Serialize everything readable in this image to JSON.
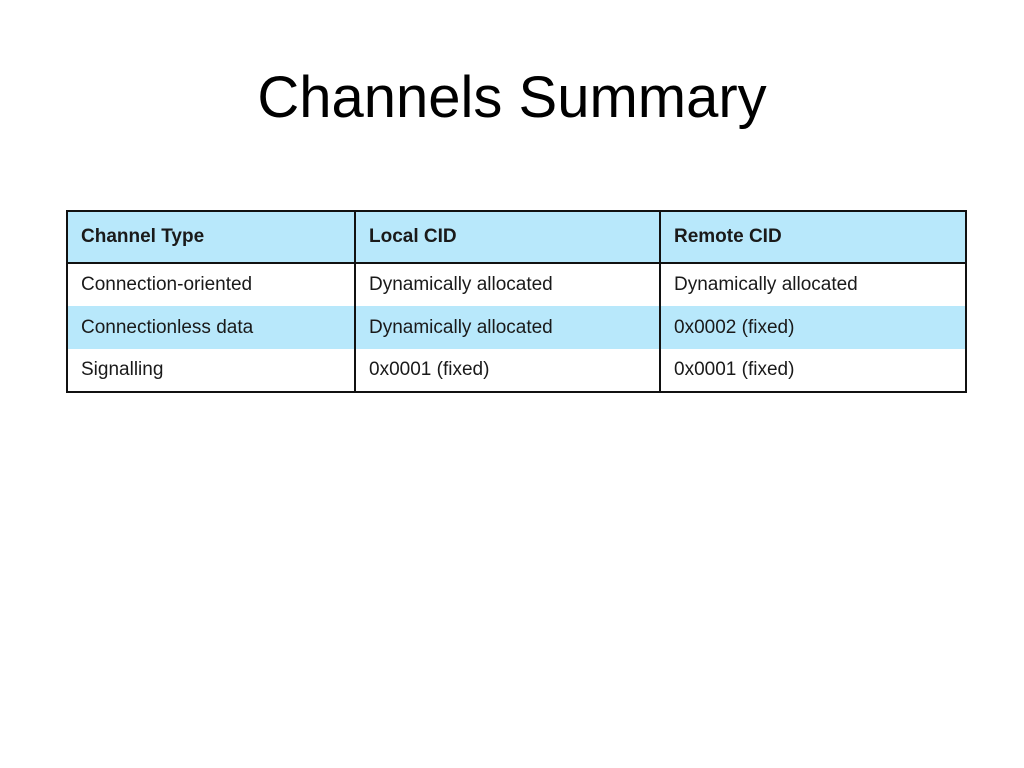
{
  "slide": {
    "title": "Channels Summary"
  },
  "colors": {
    "header_bg": "#b8e8fb",
    "row_alt_bg": "#b8e8fb",
    "row_bg": "#ffffff",
    "border": "#111111"
  },
  "table": {
    "headers": [
      "Channel Type",
      "Local CID",
      "Remote CID"
    ],
    "rows": [
      [
        "Connection-oriented",
        "Dynamically allocated",
        "Dynamically allocated"
      ],
      [
        "Connectionless data",
        "Dynamically allocated",
        "0x0002 (fixed)"
      ],
      [
        "Signalling",
        "0x0001 (fixed)",
        "0x0001 (fixed)"
      ]
    ]
  }
}
